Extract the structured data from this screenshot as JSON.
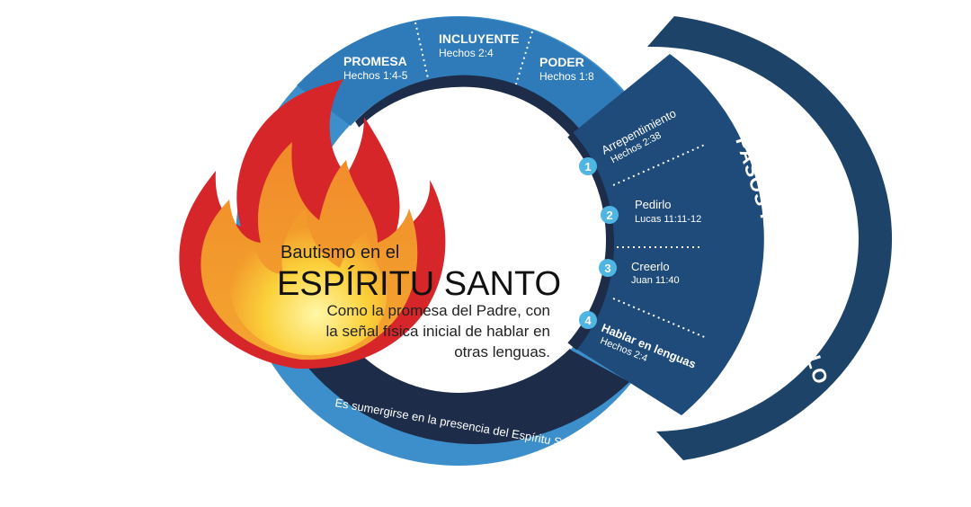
{
  "top_arc": {
    "items": [
      {
        "title": "PROMESA",
        "ref": "Hechos 1:4-5"
      },
      {
        "title": "INCLUYENTE",
        "ref": "Hechos 2:4"
      },
      {
        "title": "PODER",
        "ref": "Hechos 1:8"
      }
    ]
  },
  "steps": {
    "heading": "PASOS PARA RECIBIRLO",
    "items": [
      {
        "num": "1",
        "title": "Arrepentimiento",
        "ref": "Hechos 2:38"
      },
      {
        "num": "2",
        "title": "Pedirlo",
        "ref": "Lucas 11:11-12"
      },
      {
        "num": "3",
        "title": "Creerlo",
        "ref": "Juan 11:40"
      },
      {
        "num": "4",
        "title": "Hablar en lenguas",
        "ref": "Hechos 2:4"
      }
    ]
  },
  "center": {
    "pretitle": "Bautismo en el",
    "title": "ESPÍRITU SANTO",
    "description_lines": [
      "Como la promesa del Padre, con",
      "la señal física inicial de hablar en",
      "otras lenguas."
    ]
  },
  "bottom_arc": {
    "text": "Es sumergirse en la presencia del Espíritu Santo"
  },
  "colors": {
    "light_blue": "#3d8fcb",
    "mid_blue": "#2b6ea6",
    "dark_navy": "#1d2c49",
    "step_blue": "#1f4b7b",
    "outer_band": "#1d4468",
    "badge": "#4fb6e3",
    "flame_red": "#d6262a",
    "flame_orange": "#f0772a",
    "flame_yellow": "#fbd13a"
  }
}
